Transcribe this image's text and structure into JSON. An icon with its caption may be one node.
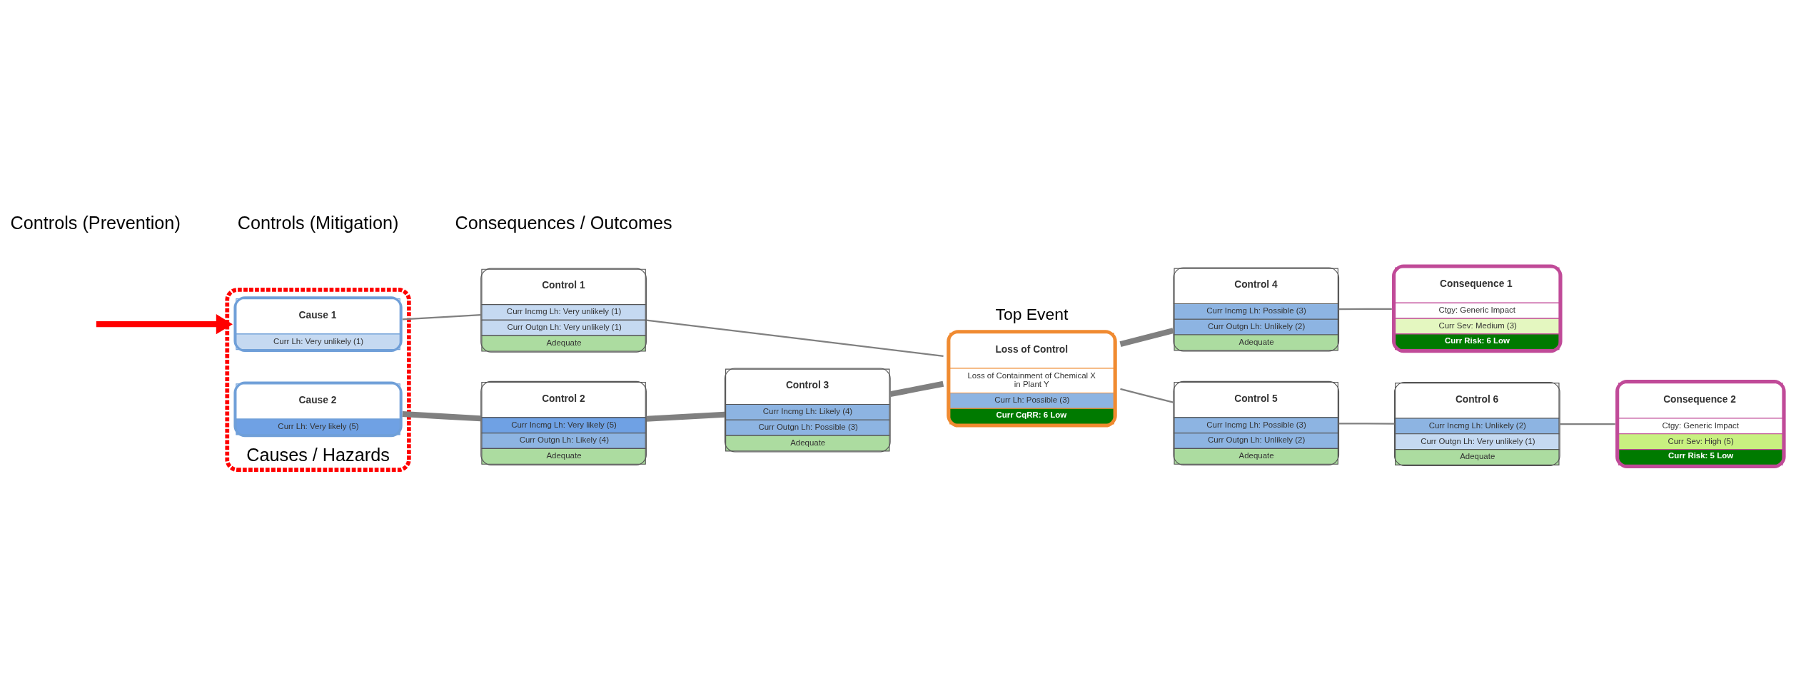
{
  "diagram": {
    "nodes": [
      {
        "text": [
          "Causes / Hazards"
        ]
      },
      {
        "text": [
          "Cause 1",
          "Curr Lh: Very unlikely (1)"
        ],
        "in": 0
      },
      {
        "text": [
          "Cause 2",
          "Curr Lh: Very likely (5)"
        ],
        "in": 0
      },
      {
        "text": [
          "Control 1",
          "Curr Incmg Lh: Very unlikely (1)",
          "Curr Outgn Lh: Very unlikely (1)",
          "Adequate"
        ]
      },
      {
        "text": [
          "Control 2",
          "Curr Incmg Lh: Very likely (5)",
          "Curr Outgn Lh: Likely (4)",
          "Adequate"
        ]
      },
      {
        "text": [
          "Control 3",
          "Curr Incmg Lh: Likely (4)",
          "Curr Outgn Lh: Possible (3)",
          "Adequate"
        ]
      },
      {
        "text": [
          "Loss of Control",
          "Loss of Containment of Chemical X in Plant Y",
          "Curr Lh: Possible (3)",
          "Curr CqRR: 6 Low"
        ],
        "beside": [
          "Top Event"
        ]
      },
      {
        "text": [
          "Control 4",
          "Curr Incmg Lh: Possible (3)",
          "Curr Outgn Lh: Unlikely (2)",
          "Adequate"
        ]
      },
      {
        "text": [
          "Control 5",
          "Curr Incmg Lh: Possible (3)",
          "Curr Outgn Lh: Unlikely (2)",
          "Adequate"
        ]
      },
      {
        "text": [
          "Control 6",
          "Curr Incmg Lh: Unlikely (2)",
          "Curr Outgn Lh: Very unlikely (1)",
          "Adequate"
        ]
      },
      {
        "text": [
          "Consequence 1",
          "Ctgy: Generic Impact",
          "Curr Sev: Medium (3)",
          "Curr Risk: 6 Low"
        ]
      },
      {
        "text": [
          "Consequence 2",
          "Ctgy: Generic Impact",
          "Curr Sev: High (5)",
          "Curr Risk: 5 Low"
        ]
      }
    ],
    "edges": [
      {
        "from": null,
        "to": 0,
        "arrow": "to",
        "style": "thick",
        "color": "#ff0000"
      },
      {
        "from": 1,
        "to": 3,
        "arrow": "none"
      },
      {
        "from": 3,
        "to": 6,
        "arrow": "none"
      },
      {
        "from": 2,
        "to": 4,
        "arrow": "none",
        "style": "thick"
      },
      {
        "from": 4,
        "to": 5,
        "arrow": "none",
        "style": "thick"
      },
      {
        "from": 5,
        "to": 6,
        "arrow": "none",
        "style": "thick"
      },
      {
        "from": 6,
        "to": 7,
        "arrow": "none",
        "style": "thick"
      },
      {
        "from": 7,
        "to": 10,
        "arrow": "none"
      },
      {
        "from": 6,
        "to": 8,
        "arrow": "none"
      },
      {
        "from": 8,
        "to": 9,
        "arrow": "none"
      },
      {
        "from": 9,
        "to": 11,
        "arrow": "none"
      }
    ],
    "labels": [
      "Controls (Prevention)",
      "Controls (Mitigation)",
      "Consequences / Outcomes"
    ]
  }
}
